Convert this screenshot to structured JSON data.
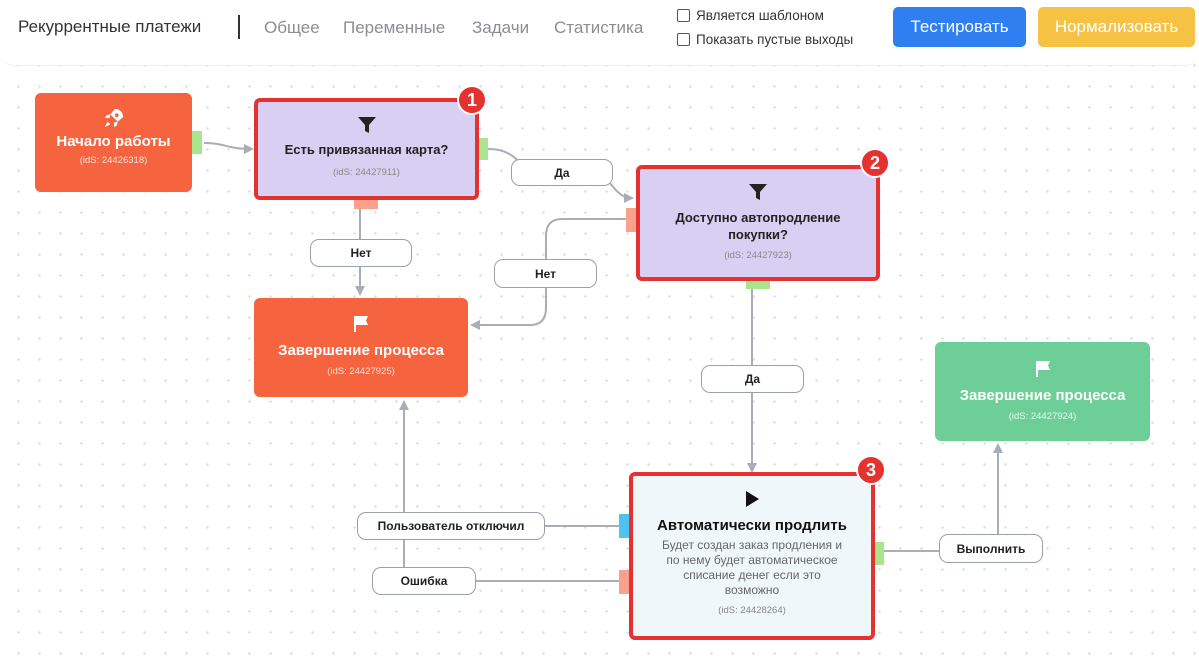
{
  "header": {
    "title": "Рекуррентные платежи",
    "tabs": [
      "Общее",
      "Переменные",
      "Задачи",
      "Статистика"
    ],
    "checkbox_template": "Является шаблоном",
    "checkbox_empty_outputs": "Показать пустые выходы",
    "btn_test": "Тестировать",
    "btn_normalize": "Нормализовать"
  },
  "colors": {
    "orange": "#f5643f",
    "purple": "#d9cff2",
    "green": "#6dcf97",
    "highlight": "#e3322f",
    "test_button": "#2f7ff0",
    "normalize_button": "#f6c244"
  },
  "nodes": {
    "start": {
      "title": "Начало работы",
      "id_label": "(idS: 24426318)",
      "icon": "rocket-icon"
    },
    "check_card": {
      "title": "Есть привязанная карта?",
      "id_label": "(idS: 24427911)",
      "icon": "filter-icon",
      "badge": "1"
    },
    "check_auto": {
      "title": "Доступно автопродление покупки?",
      "id_label": "(idS: 24427923)",
      "icon": "filter-icon",
      "badge": "2"
    },
    "end_fail": {
      "title": "Завершение процесса",
      "id_label": "(idS: 24427925)",
      "icon": "flag-icon"
    },
    "end_ok": {
      "title": "Завершение процесса",
      "id_label": "(idS: 24427924)",
      "icon": "flag-icon"
    },
    "auto_renew": {
      "title": "Автоматически продлить",
      "description": "Будет создан заказ продления и по нему будет автоматическое списание денег если это возможно",
      "id_label": "(idS: 24428264)",
      "icon": "play-icon",
      "badge": "3"
    }
  },
  "edges": {
    "card_yes": "Да",
    "card_no": "Нет",
    "auto_no": "Нет",
    "auto_yes": "Да",
    "user_disabled": "Пользователь отключил",
    "error": "Ошибка",
    "complete": "Выполнить"
  }
}
